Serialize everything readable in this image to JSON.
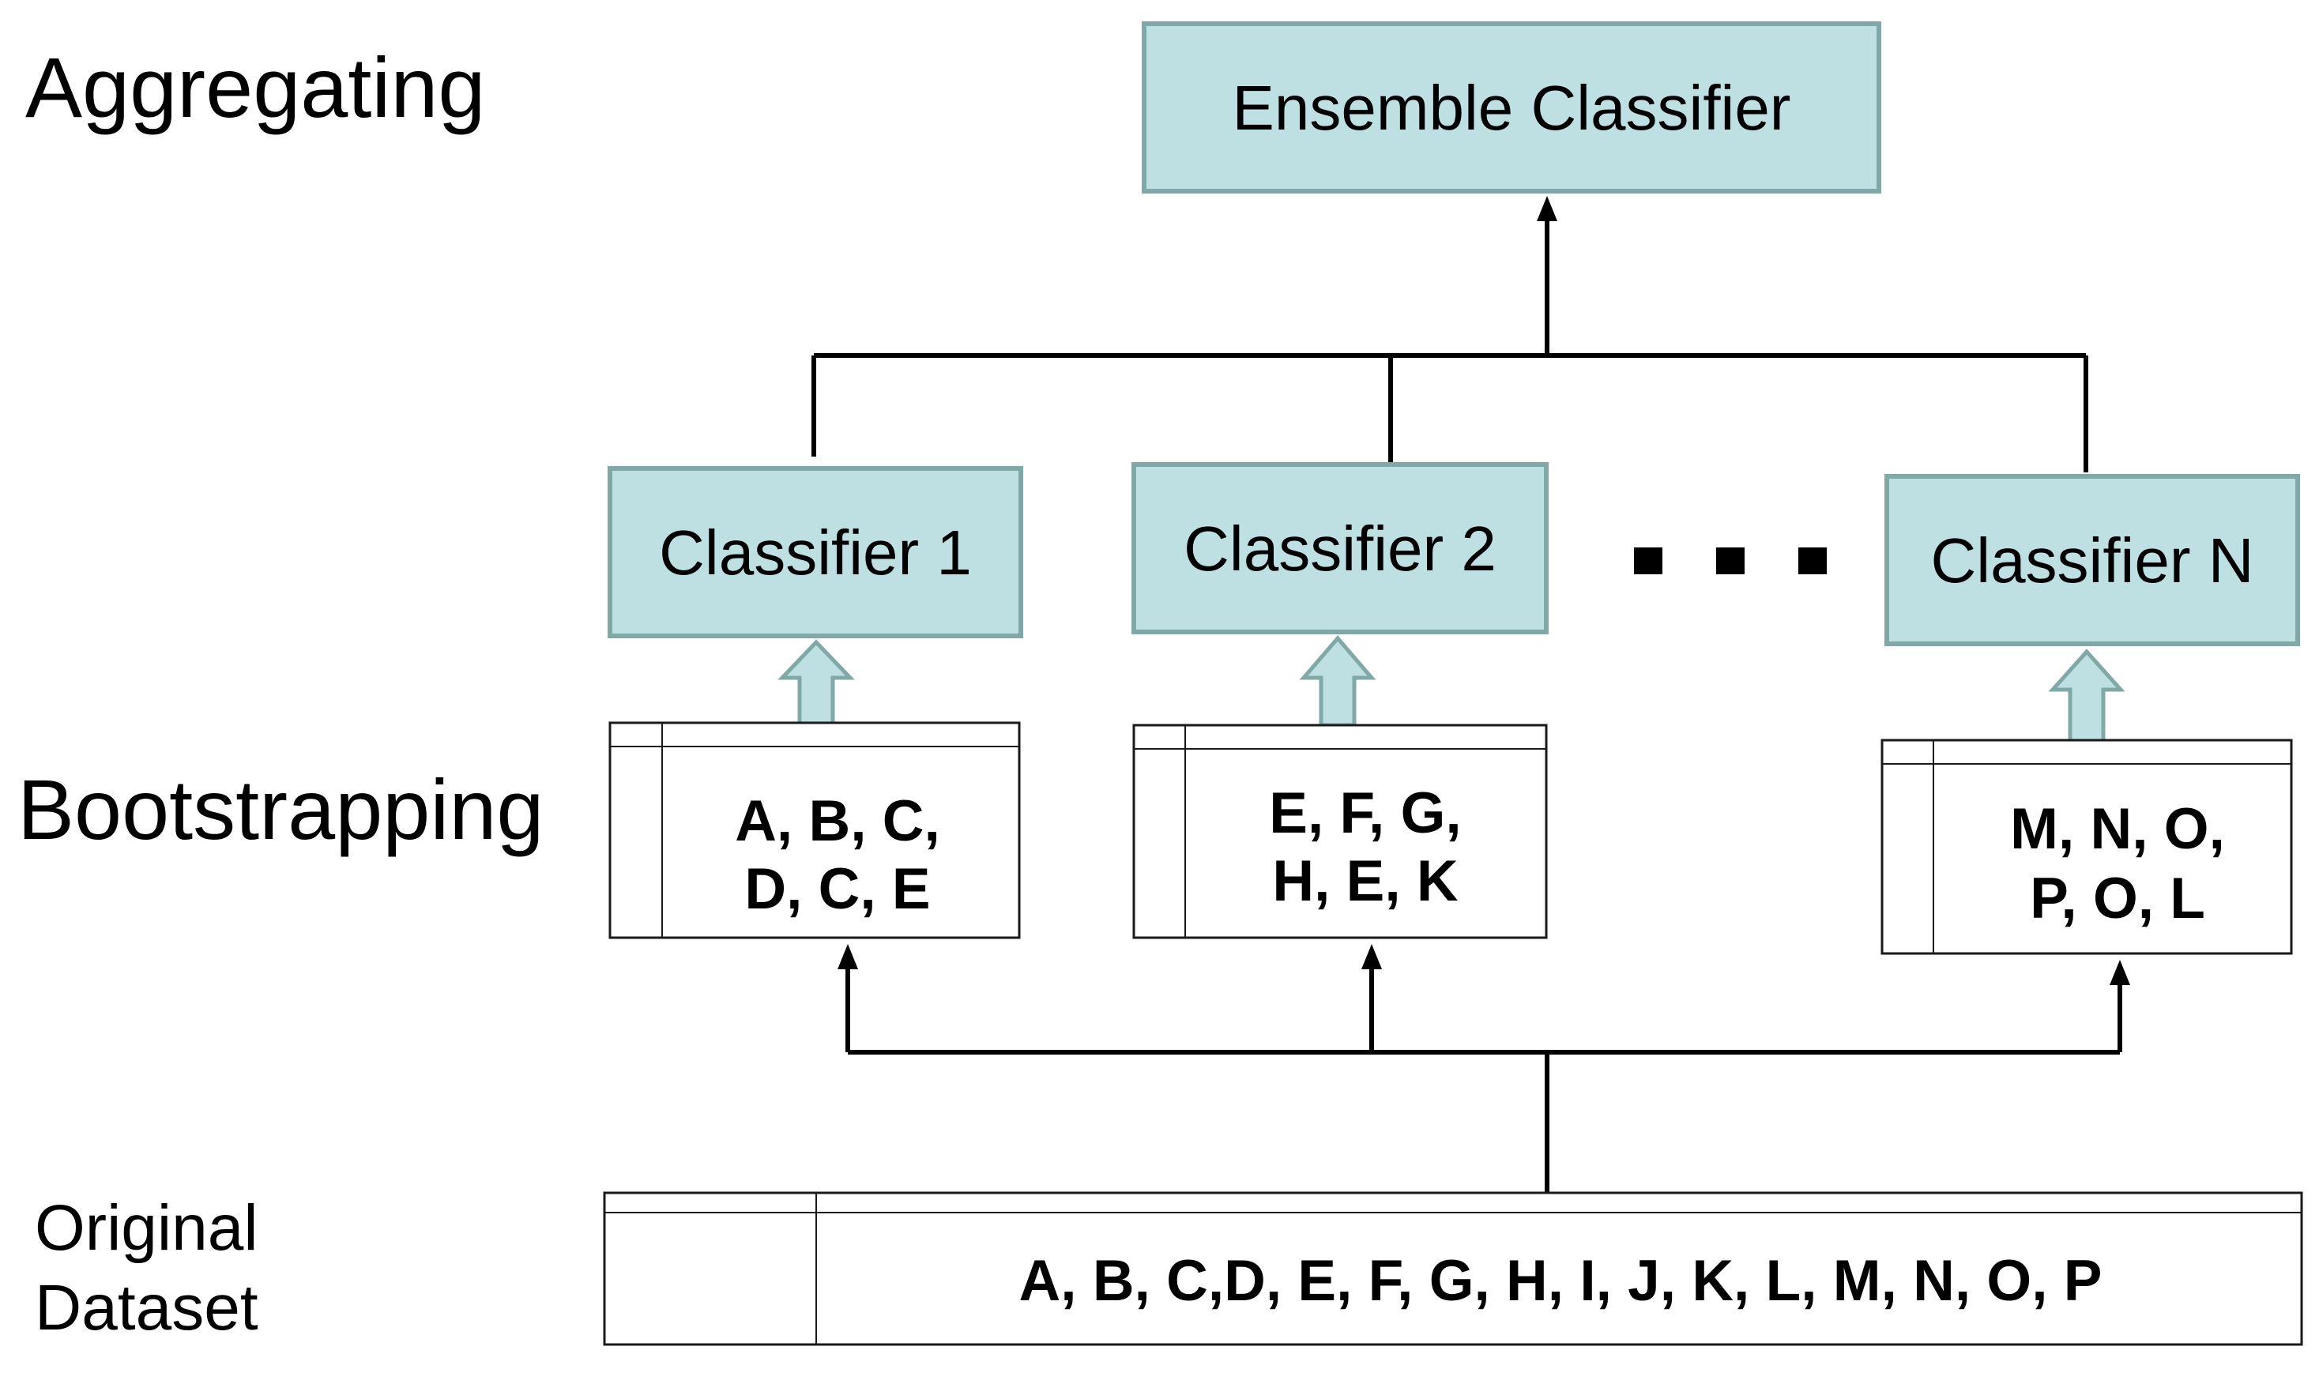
{
  "stages": {
    "aggregating": "Aggregating",
    "bootstrapping": "Bootstrapping",
    "original_line1": "Original",
    "original_line2": "Dataset"
  },
  "ensemble": {
    "label": "Ensemble Classifier"
  },
  "classifiers": [
    {
      "label": "Classifier 1"
    },
    {
      "label": "Classifier 2"
    },
    {
      "label": "Classifier N"
    }
  ],
  "samples": [
    {
      "line1": "A, B, C,",
      "line2": "D, C, E"
    },
    {
      "line1": "E, F, G,",
      "line2": "H, E, K"
    },
    {
      "line1": "M, N, O,",
      "line2": "P, O, L"
    }
  ],
  "original_dataset": {
    "values": "A, B, C,D, E, F, G, H, I, J, K, L, M, N, O, P"
  },
  "colors": {
    "box_fill": "#bfe0e3",
    "box_stroke": "#7fa8a7",
    "line": "#000000"
  }
}
